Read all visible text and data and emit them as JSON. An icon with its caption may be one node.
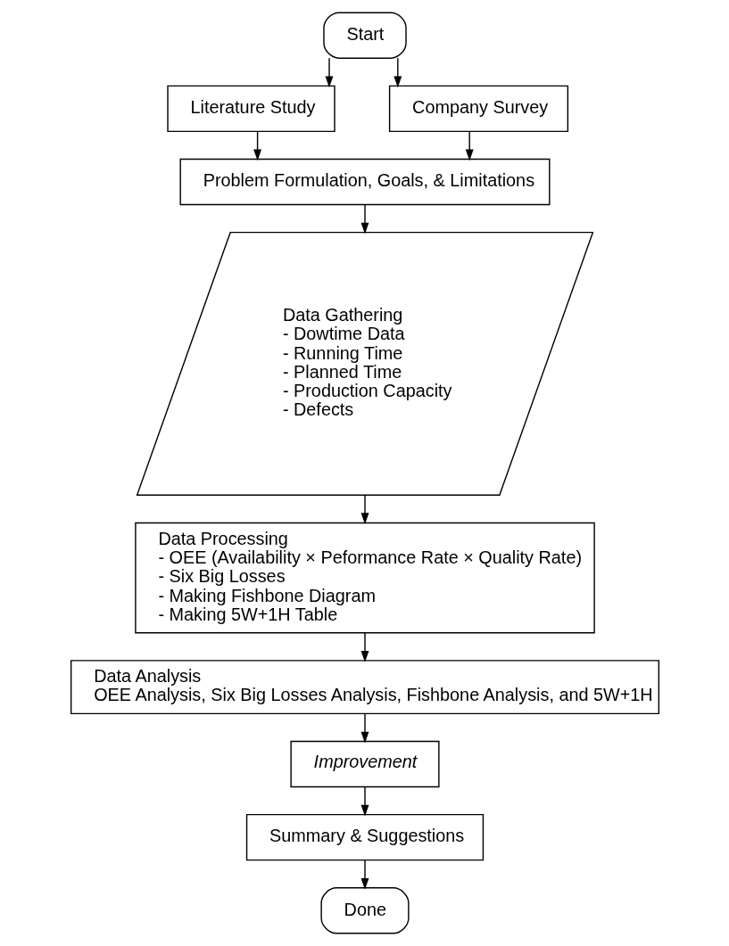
{
  "diagram": {
    "nodes": [
      {
        "text": [
          "Start"
        ]
      },
      {
        "text": [
          "Literature Study"
        ]
      },
      {
        "text": [
          "Company Survey"
        ]
      },
      {
        "text": [
          "Problem Formulation, Goals, & Limitations"
        ]
      },
      {
        "text": [
          "Data Gathering",
          "- Dowtime Data",
          "- Running Time",
          "- Planned Time",
          "- Production Capacity",
          "- Defects"
        ]
      },
      {
        "text": [
          "Data Processing",
          "- OEE (Availability × Peformance Rate × Quality Rate)",
          "- Six Big Losses",
          "- Making Fishbone Diagram",
          "- Making 5W+1H Table"
        ]
      },
      {
        "text": [
          "Data Analysis",
          "OEE Analysis, Six Big Losses Analysis, Fishbone Analysis, and 5W+1H"
        ]
      },
      {
        "text": [
          "Improvement"
        ]
      },
      {
        "text": [
          "Summary & Suggestions"
        ]
      },
      {
        "text": [
          "Done"
        ]
      }
    ],
    "edges": [
      {
        "from": 0,
        "to": 1,
        "arrow": "to"
      },
      {
        "from": 0,
        "to": 2,
        "arrow": "to"
      },
      {
        "from": 1,
        "to": 3,
        "arrow": "to"
      },
      {
        "from": 2,
        "to": 3,
        "arrow": "to"
      },
      {
        "from": 3,
        "to": 4,
        "arrow": "to"
      },
      {
        "from": 4,
        "to": 5,
        "arrow": "to"
      },
      {
        "from": 5,
        "to": 6,
        "arrow": "to"
      },
      {
        "from": 6,
        "to": 7,
        "arrow": "to"
      },
      {
        "from": 7,
        "to": 8,
        "arrow": "to"
      },
      {
        "from": 8,
        "to": 9,
        "arrow": "to"
      }
    ]
  }
}
